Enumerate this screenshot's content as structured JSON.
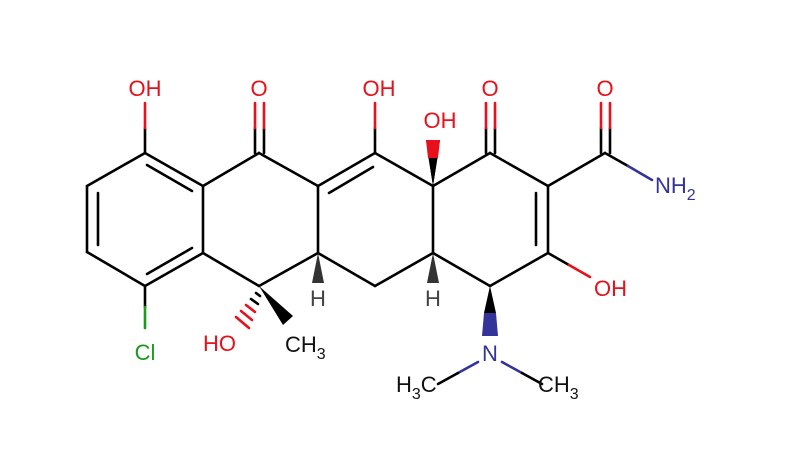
{
  "molecule": {
    "labels": {
      "oh_ring_a": "OH",
      "o_c11": "O",
      "oh_c12": "OH",
      "oh_c12a": "OH",
      "o_c1": "O",
      "o_amide": "O",
      "nh2": "NH",
      "nh2_sub": "2",
      "oh_c3": "OH",
      "cl": "Cl",
      "ho_c6": "HO",
      "ch3_c6": "CH",
      "ch3_c6_sub": "3",
      "h_c5a": "H",
      "h_c4a": "H",
      "n_dimethyl": "N",
      "h3c_left_h": "H",
      "h3c_left_sub": "3",
      "h3c_left_c": "C",
      "ch3_right": "CH",
      "ch3_right_sub": "3"
    },
    "colors": {
      "oxygen": "#e8101b",
      "nitrogen": "#333399",
      "chlorine": "#1c9a1c",
      "carbon": "#000000"
    }
  }
}
